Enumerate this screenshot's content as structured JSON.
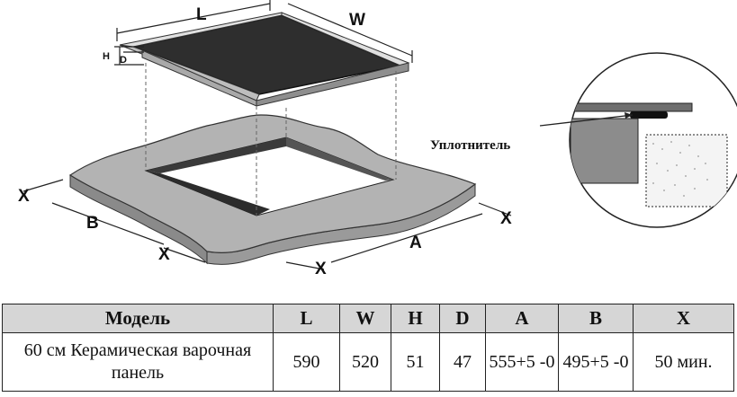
{
  "diagram": {
    "labels": {
      "L": "L",
      "W": "W",
      "H": "H",
      "D": "D",
      "A": "A",
      "B": "B",
      "X_left": "X",
      "X_bottom_left": "X",
      "X_bottom_mid": "X",
      "X_right": "X"
    },
    "seal_label": "Уплотнитель"
  },
  "table": {
    "headers": [
      "Модель",
      "L",
      "W",
      "H",
      "D",
      "A",
      "B",
      "X"
    ],
    "row": {
      "model": "60 см Керамическая варочная панель",
      "L": "590",
      "W": "520",
      "H": "51",
      "D": "47",
      "A": "555+5 -0",
      "B": "495+5 -0",
      "X": "50 мин."
    }
  }
}
